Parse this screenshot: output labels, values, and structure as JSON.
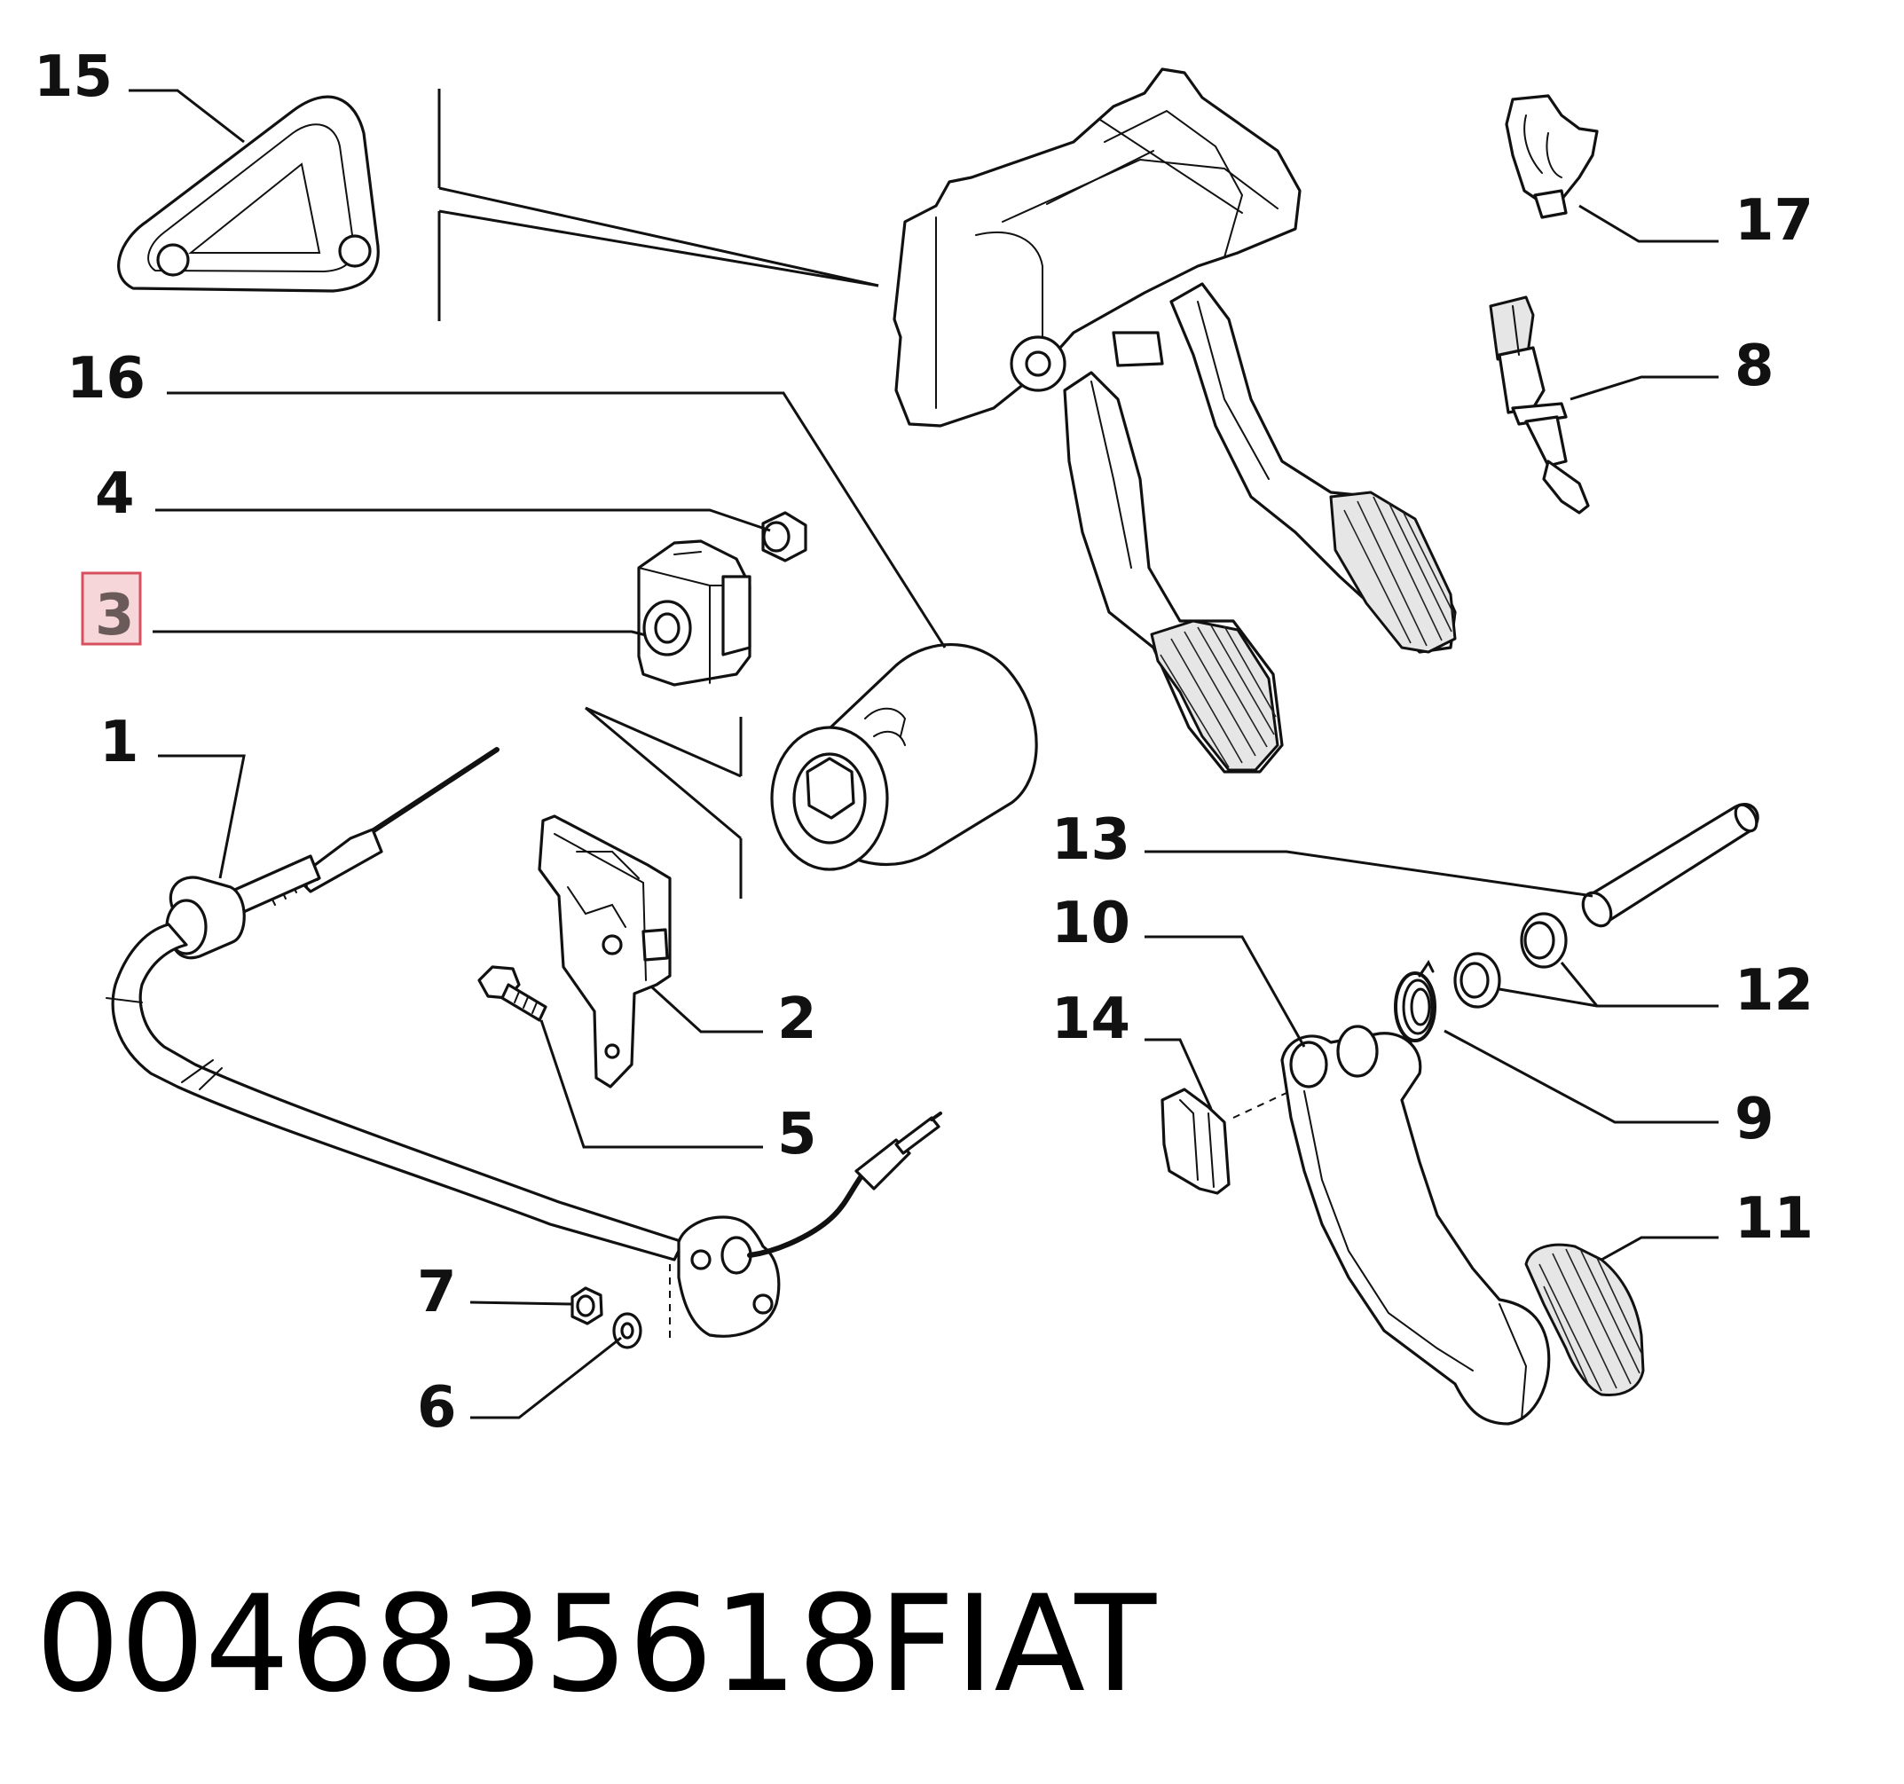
{
  "diagram": {
    "callouts": [
      "15",
      "16",
      "4",
      "3",
      "1",
      "2",
      "5",
      "7",
      "6",
      "17",
      "8",
      "13",
      "10",
      "14",
      "12",
      "9",
      "11"
    ],
    "selected_callout": "3",
    "selected_color": "#d6505f"
  },
  "footer": {
    "part_number": "0046835618",
    "brand": "FIAT"
  }
}
